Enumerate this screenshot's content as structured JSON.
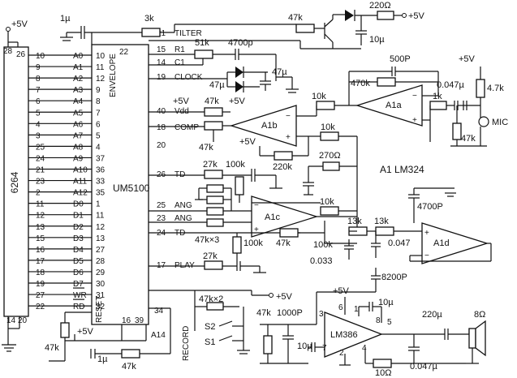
{
  "chips": {
    "mem": {
      "name": "6264",
      "pins_left_top": [
        "28",
        "26"
      ],
      "pins_left_bottom": [
        "14",
        "20"
      ],
      "rows": [
        {
          "num": "10",
          "label": "A0"
        },
        {
          "num": "9",
          "label": "A1"
        },
        {
          "num": "8",
          "label": "A2"
        },
        {
          "num": "7",
          "label": "A3"
        },
        {
          "num": "6",
          "label": "A4"
        },
        {
          "num": "5",
          "label": "A5"
        },
        {
          "num": "4",
          "label": "A6"
        },
        {
          "num": "3",
          "label": "A7"
        },
        {
          "num": "25",
          "label": "A8"
        },
        {
          "num": "24",
          "label": "A9"
        },
        {
          "num": "21",
          "label": "A10"
        },
        {
          "num": "23",
          "label": "A11"
        },
        {
          "num": "2",
          "label": "A12"
        },
        {
          "num": "11",
          "label": "D0"
        },
        {
          "num": "12",
          "label": "D1"
        },
        {
          "num": "13",
          "label": "D2"
        },
        {
          "num": "15",
          "label": "D3"
        },
        {
          "num": "16",
          "label": "D4"
        },
        {
          "num": "17",
          "label": "D5"
        },
        {
          "num": "18",
          "label": "D6"
        },
        {
          "num": "19",
          "label": "D7"
        },
        {
          "num": "27",
          "label": "WR"
        },
        {
          "num": "22",
          "label": "RD"
        }
      ]
    },
    "um": {
      "name": "UM5100",
      "envelope": "ENVELOPE",
      "reset": "RESET",
      "pin22": "22",
      "right_pins": [
        "10",
        "11",
        "12",
        "9",
        "8",
        "7",
        "6",
        "5",
        "4",
        "37",
        "36",
        "33",
        "35",
        "1",
        "11",
        "12",
        "13",
        "27",
        "28",
        "29",
        "30",
        "31",
        "32"
      ],
      "reset_pins": [
        "16",
        "39",
        "34"
      ],
      "a14": "A14",
      "side": [
        {
          "pin": "21",
          "label": "TILTER"
        },
        {
          "pin": "15",
          "label": "R1"
        },
        {
          "pin": "14",
          "label": "C1"
        },
        {
          "pin": "19",
          "label": "CLOCK"
        },
        {
          "pin": "40",
          "label": "Vdd"
        },
        {
          "pin": "18",
          "label": "COMP"
        },
        {
          "pin": "20",
          "label": ""
        },
        {
          "pin": "26",
          "label": "TD"
        },
        {
          "pin": "25",
          "label": "ANG"
        },
        {
          "pin": "23",
          "label": "ANG"
        },
        {
          "pin": "24",
          "label": "TD"
        },
        {
          "pin": "17",
          "label": "PLAY"
        },
        {
          "pin": "",
          "label": "RECORD"
        }
      ]
    },
    "lm386": {
      "name": "LM386",
      "pins": [
        "3",
        "6",
        "1",
        "8",
        "7",
        "2",
        "4",
        "5"
      ]
    }
  },
  "opamps": [
    {
      "name": "A1a"
    },
    {
      "name": "A1b"
    },
    {
      "name": "A1c"
    },
    {
      "name": "A1d"
    }
  ],
  "note": "A1  LM324",
  "supply": "+5V",
  "components": {
    "c_1u_top": "1µ",
    "r_3k": "3k",
    "r_47k_tilter": "47k",
    "r_220": "220Ω",
    "c_10u_top": "10µ",
    "r_51k": "51k",
    "c_4700p_top": "4700p",
    "c_47u_a": "47µ",
    "c_47u_b": "47µ",
    "c_500p": "500P",
    "r_470k": "470k",
    "c_0047u": "0.047µ",
    "r_47k_vdd": "47k",
    "r_47k_comp": "47k",
    "r_10k_a1a": "10k",
    "r_1k": "1k",
    "r_4_7k": "4.7k",
    "r_47k_mic": "47k",
    "mic": "MIC",
    "r_10k_mid": "10k",
    "r_220k": "220k",
    "r_270": "270Ω",
    "r_27k_a": "27k",
    "r_100k_a": "100k",
    "r_10k_a1c": "10k",
    "r_13k_a": "13k",
    "r_13k_b": "13k",
    "c_4700p_a1d": "4700P",
    "r_47kx3": "47k×3",
    "r_100k_b": "100k",
    "r_47k_ang": "47k",
    "r_100k_c": "100k",
    "c_0033": "0.033",
    "c_0047": "0.047",
    "r_27k_b": "27k",
    "c_8200p": "8200P",
    "r_47kx2": "47k×2",
    "s2": "S2",
    "s1": "S1",
    "r_47k_out": "47k",
    "c_1000p": "1000P",
    "c_10u_lm": "10µ",
    "c_10u_lm2": "10µ",
    "r_10_out": "10Ω",
    "c_0047u_out": "0.047µ",
    "c_220u": "220µ",
    "spk": "8Ω",
    "r_47k_left": "47k",
    "c_1u_bot": "1µ",
    "r_47k_bot": "47k"
  }
}
